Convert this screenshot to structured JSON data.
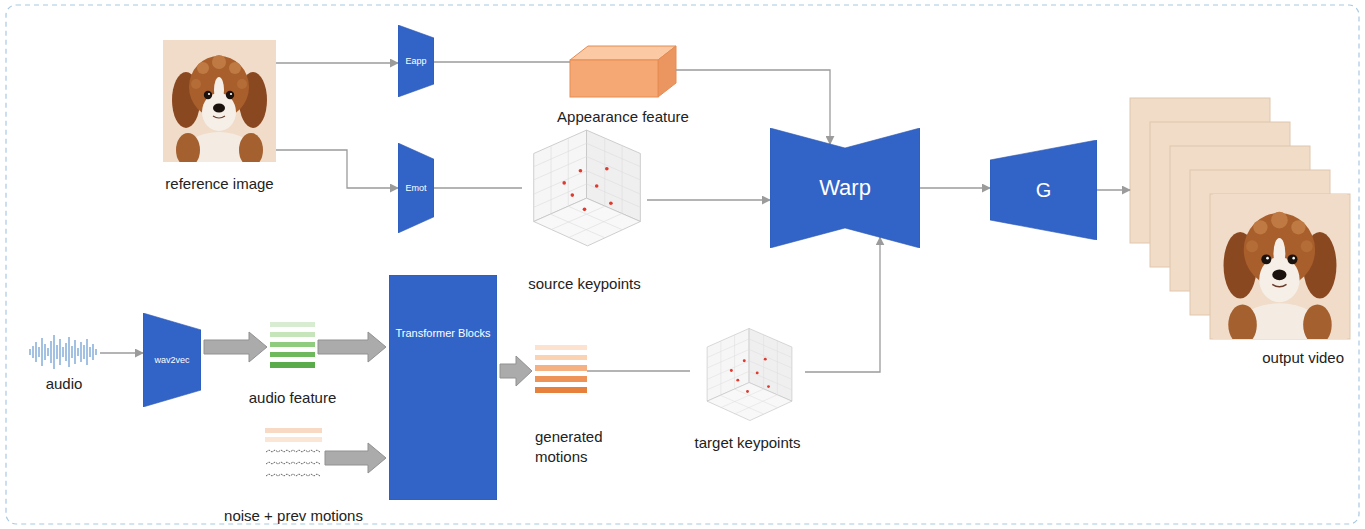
{
  "diagram": {
    "nodes": [
      {
        "text": [
          "reference image"
        ]
      },
      {
        "text": [
          "Eapp"
        ]
      },
      {
        "text": [
          "Appearance feature"
        ]
      },
      {
        "text": [
          "Emot"
        ]
      },
      {
        "text": [
          "source keypoints"
        ]
      },
      {
        "text": [
          "Warp"
        ]
      },
      {
        "text": [
          "G"
        ]
      },
      {
        "text": [
          "output video"
        ]
      },
      {
        "text": [
          "audio"
        ]
      },
      {
        "text": [
          "wav2vec"
        ]
      },
      {
        "text": [
          "audio feature"
        ]
      },
      {
        "text": [
          "Transformer Blocks"
        ]
      },
      {
        "text": [
          "noise + prev motions"
        ]
      },
      {
        "text": [
          "generated motions"
        ]
      },
      {
        "text": [
          "target keypoints"
        ]
      }
    ],
    "edges": [
      {
        "from": 0,
        "to": 1,
        "arrow": "to"
      },
      {
        "from": 0,
        "to": 3,
        "arrow": "to"
      },
      {
        "from": 1,
        "to": 2,
        "arrow": "none"
      },
      {
        "from": 3,
        "to": 4,
        "arrow": "none"
      },
      {
        "from": 2,
        "to": 5,
        "arrow": "to"
      },
      {
        "from": 4,
        "to": 5,
        "arrow": "to"
      },
      {
        "from": 5,
        "to": 6,
        "arrow": "to"
      },
      {
        "from": 6,
        "to": 7,
        "arrow": "to"
      },
      {
        "from": 8,
        "to": 9,
        "arrow": "to"
      },
      {
        "from": 9,
        "to": 10,
        "arrow": "to"
      },
      {
        "from": 10,
        "to": 11,
        "arrow": "to"
      },
      {
        "from": 12,
        "to": 11,
        "arrow": "to"
      },
      {
        "from": 11,
        "to": 13,
        "arrow": "to"
      },
      {
        "from": 13,
        "to": 14,
        "arrow": "none"
      },
      {
        "from": 14,
        "to": 5,
        "arrow": "to"
      }
    ]
  }
}
